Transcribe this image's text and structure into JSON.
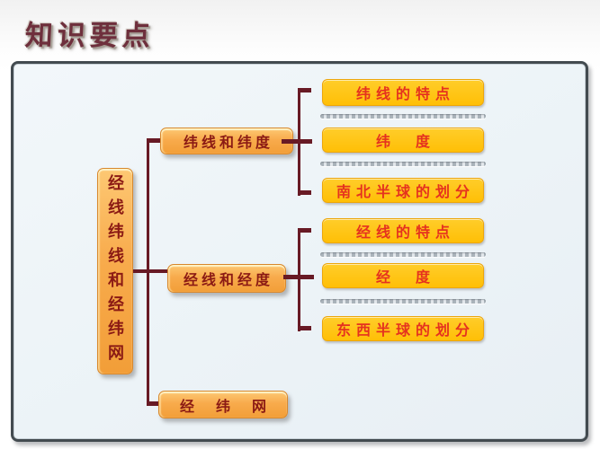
{
  "title": "知识要点",
  "diagram": {
    "root": "经线纬线和经纬网",
    "branches": [
      {
        "label": "纬线和纬度",
        "children": [
          "纬线的特点",
          "纬　度",
          "南北半球的划分"
        ]
      },
      {
        "label": "经线和经度",
        "children": [
          "经线的特点",
          "经　度",
          "东西半球的划分"
        ]
      },
      {
        "label": "经　纬　网",
        "children": []
      }
    ]
  },
  "colors": {
    "branch_box_orange": "#F8AB4C",
    "leaf_box_amber": "#FFC010",
    "branch_text_dark_red": "#8B1A14",
    "leaf_text_red": "#E5321F",
    "bracket_maroon": "#681A25",
    "separator_gray": "#AAB3BA",
    "frame_background": "#EDF4F8",
    "title_maroon": "#6E2F3C"
  }
}
